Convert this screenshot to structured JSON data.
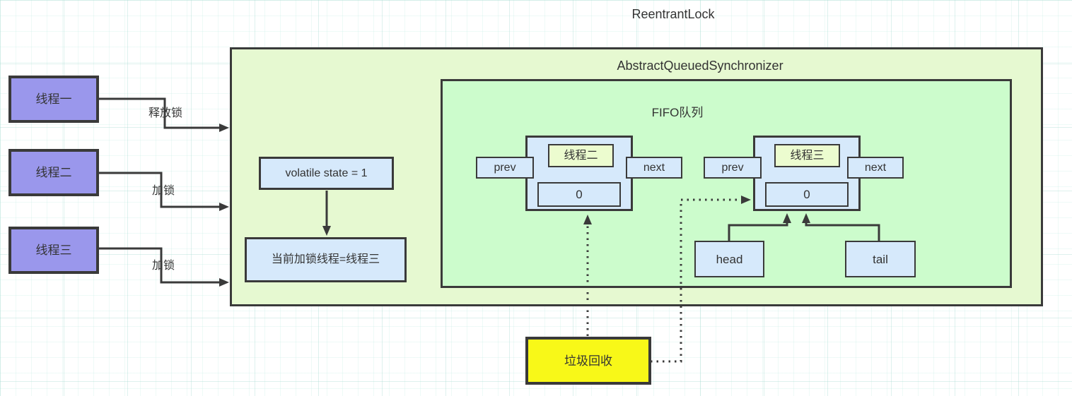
{
  "title": "ReentrantLock",
  "colors": {
    "stroke": "#3a3a3a",
    "text": "#333333",
    "thread-fill": "#9a97ec",
    "aqs-fill": "#e6f9d1",
    "fifo-fill": "#ccfccc",
    "blue-fill": "#d6e9fb",
    "node-inner-fill": "#ecfccf",
    "gc-fill": "#f8f818"
  },
  "threads": [
    {
      "label": "线程一",
      "action": "释放锁"
    },
    {
      "label": "线程二",
      "action": "加锁"
    },
    {
      "label": "线程三",
      "action": "加锁"
    }
  ],
  "aqs": {
    "title": "AbstractQueuedSynchronizer",
    "state_label": "volatile state = 1",
    "owner_label": "当前加锁线程=线程三",
    "fifo": {
      "title": "FIFO队列",
      "nodes": [
        {
          "thread": "线程二",
          "prev": "prev",
          "next": "next",
          "wait_status": "0"
        },
        {
          "thread": "线程三",
          "prev": "prev",
          "next": "next",
          "wait_status": "0"
        }
      ],
      "head_label": "head",
      "tail_label": "tail"
    }
  },
  "gc": {
    "label": "垃圾回收"
  }
}
